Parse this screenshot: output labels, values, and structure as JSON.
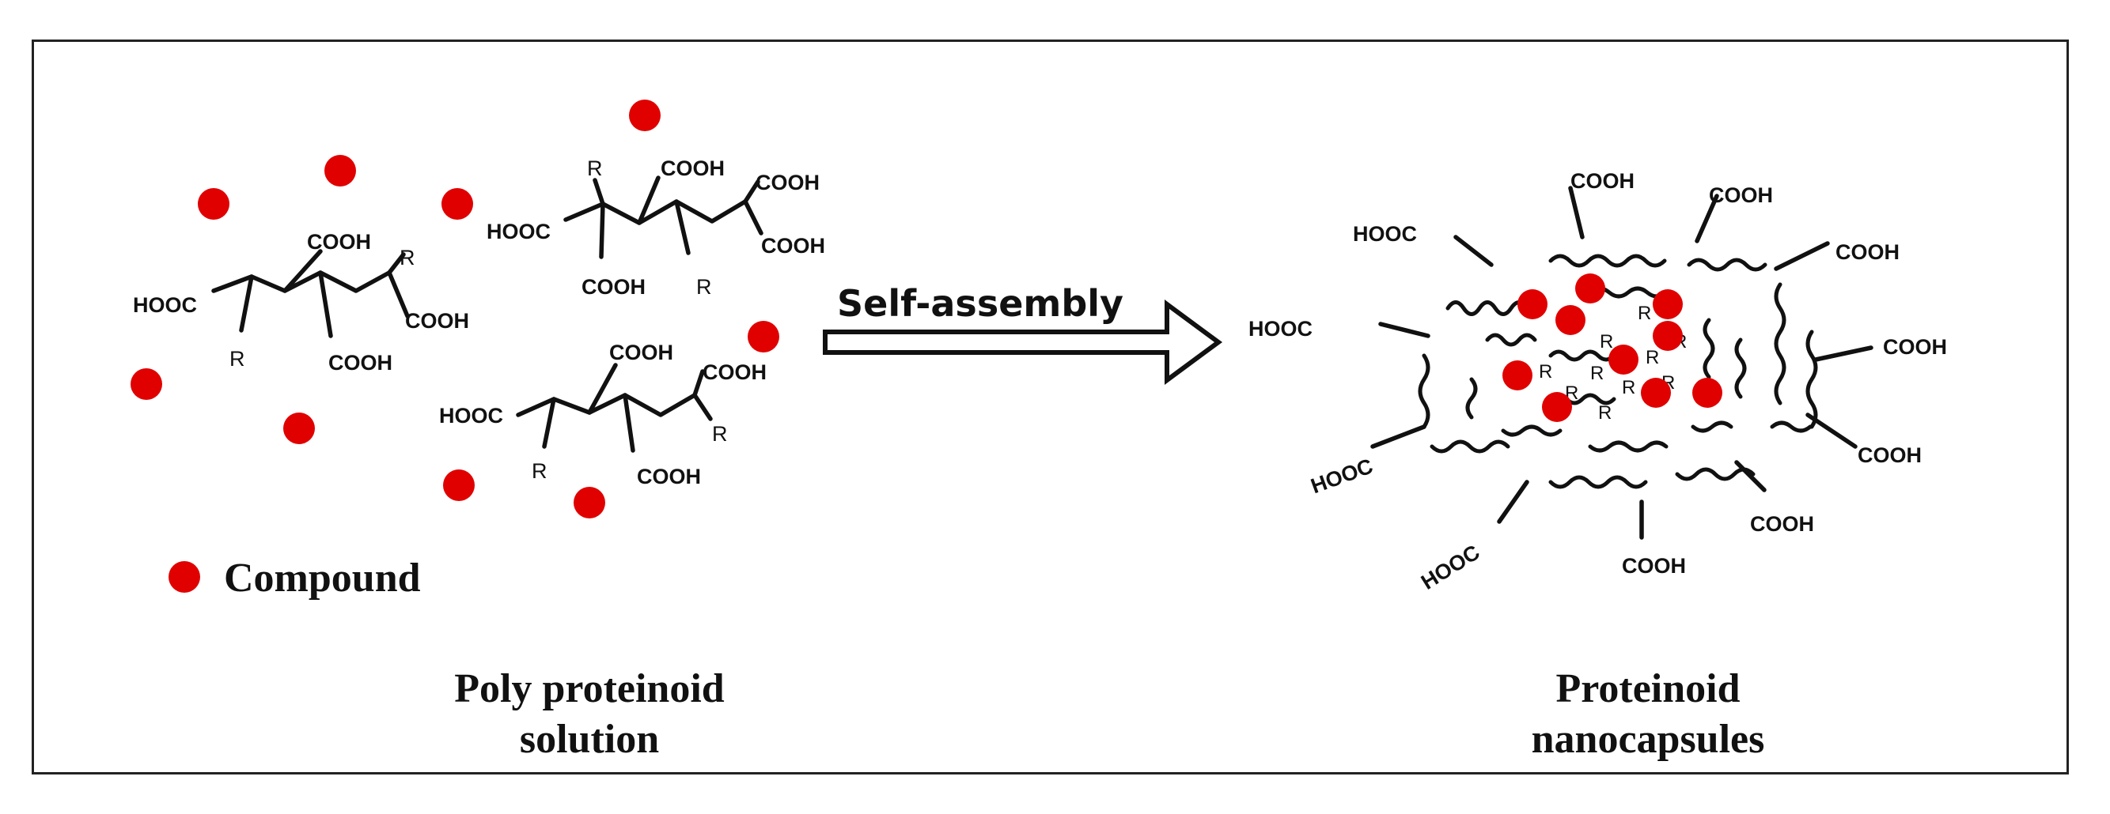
{
  "groups": {
    "cooh": "COOH",
    "hooc": "HOOC",
    "r": "R"
  },
  "legend": {
    "label": "Compound"
  },
  "arrow": {
    "label": "Self-assembly"
  },
  "captions": {
    "left_line1": "Poly proteinoid",
    "left_line2": "solution",
    "right_line1": "Proteinoid",
    "right_line2": "nanocapsules"
  },
  "colors": {
    "compound": "#e00000",
    "ink": "#111111"
  }
}
